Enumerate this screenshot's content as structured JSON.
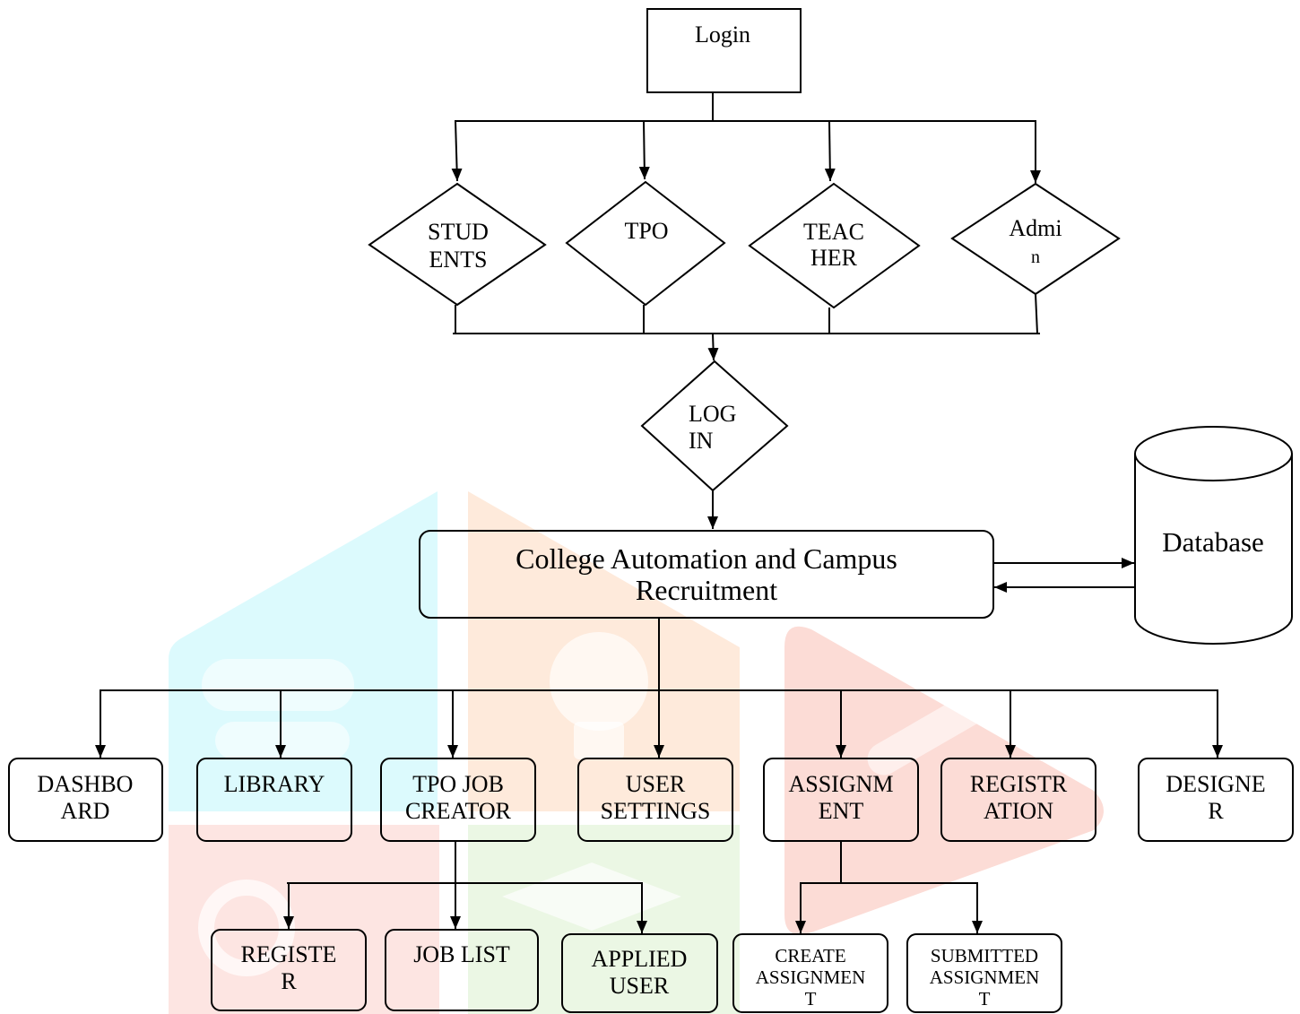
{
  "diagram": {
    "login_box": {
      "label": "Login"
    },
    "roles": {
      "students": {
        "lines": [
          "STUD",
          "ENTS"
        ]
      },
      "tpo": {
        "lines": [
          "TPO"
        ]
      },
      "teacher": {
        "lines": [
          "TEAC",
          "HER"
        ]
      },
      "admin": {
        "lines": [
          "Admi",
          "n"
        ]
      }
    },
    "login_decision": {
      "lines": [
        "LOG",
        "IN"
      ]
    },
    "system": {
      "lines": [
        "College Automation and Campus",
        "Recruitment"
      ]
    },
    "database": {
      "label": "Database"
    },
    "modules": {
      "dashboard": {
        "lines": [
          "DASHBO",
          "ARD"
        ]
      },
      "library": {
        "lines": [
          "LIBRARY"
        ]
      },
      "tpo_job_creator": {
        "lines": [
          "TPO JOB",
          "CREATOR"
        ]
      },
      "user_settings": {
        "lines": [
          "USER",
          "SETTINGS"
        ]
      },
      "assignment": {
        "lines": [
          "ASSIGNM",
          "ENT"
        ]
      },
      "registration": {
        "lines": [
          "REGISTR",
          "ATION"
        ]
      },
      "designer": {
        "lines": [
          "DESIGNE",
          "R"
        ]
      }
    },
    "tpo_job_creator_children": {
      "register": {
        "lines": [
          "REGISTE",
          "R"
        ]
      },
      "job_list": {
        "lines": [
          "JOB LIST"
        ]
      },
      "applied_user": {
        "lines": [
          "APPLIED",
          "USER"
        ]
      }
    },
    "assignment_children": {
      "create_assignment": {
        "lines": [
          "CREATE",
          "ASSIGNMEN",
          "T"
        ]
      },
      "submitted_assignment": {
        "lines": [
          "SUBMITTED",
          "ASSIGNMEN",
          "T"
        ]
      }
    }
  },
  "colors": {
    "stroke": "#000000",
    "background": "#ffffff",
    "watermark_cyan": "#dcfafd",
    "watermark_orange": "#feeadb",
    "watermark_red": "#fcdcd6",
    "watermark_pink": "#fde5e2",
    "watermark_green": "#ebf7e4"
  }
}
